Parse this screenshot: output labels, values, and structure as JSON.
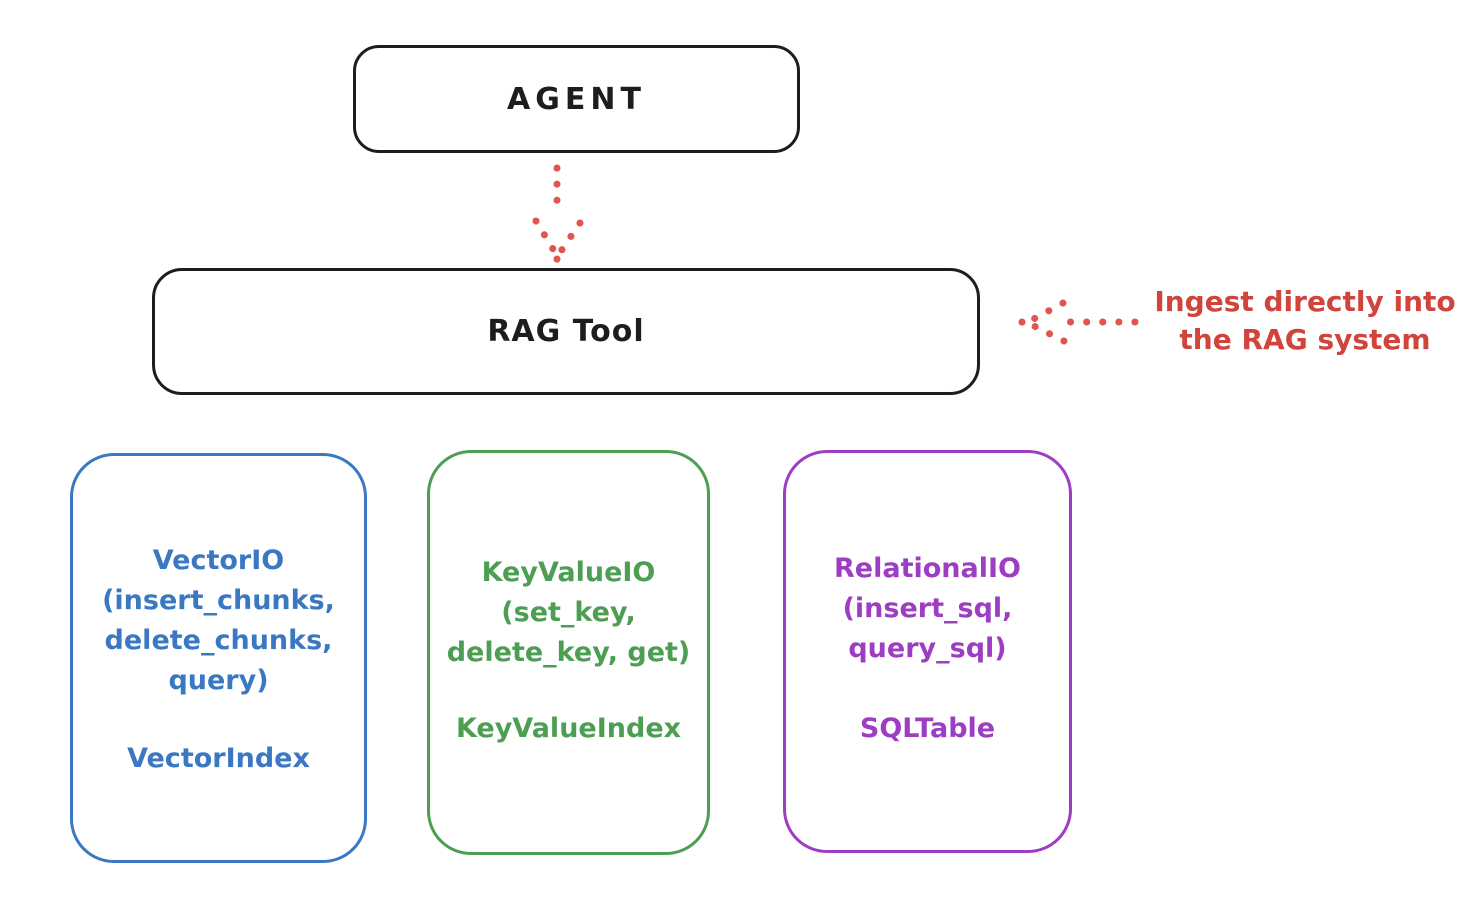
{
  "diagram": {
    "agent_box": {
      "label": "AGENT",
      "stroke_color": "#1d1d1d"
    },
    "rag_tool_box": {
      "label": "RAG Tool",
      "stroke_color": "#1d1d1d"
    },
    "annotation": {
      "line1": "Ingest directly into",
      "line2": "the RAG system",
      "text_color": "#d0443b",
      "arrow_color": "#e0564e"
    },
    "agent_to_rag_arrow": {
      "style": "dotted",
      "color": "#e0564e",
      "direction": "down"
    },
    "annotation_arrow": {
      "style": "dotted",
      "color": "#e0564e",
      "direction": "left"
    },
    "io_boxes": [
      {
        "id": "vector-io",
        "color": "#3b78c4",
        "signature_lines": [
          "VectorIO",
          "(insert_chunks,",
          "delete_chunks,",
          "query)"
        ],
        "index_label": "VectorIndex"
      },
      {
        "id": "keyvalue-io",
        "color": "#4c9e52",
        "signature_lines": [
          "KeyValueIO",
          "(set_key,",
          "delete_key, get)"
        ],
        "index_label": "KeyValueIndex"
      },
      {
        "id": "relational-io",
        "color": "#9d3dc4",
        "signature_lines": [
          "RelationalIO",
          "(insert_sql,",
          "query_sql)"
        ],
        "index_label": "SQLTable"
      }
    ]
  }
}
